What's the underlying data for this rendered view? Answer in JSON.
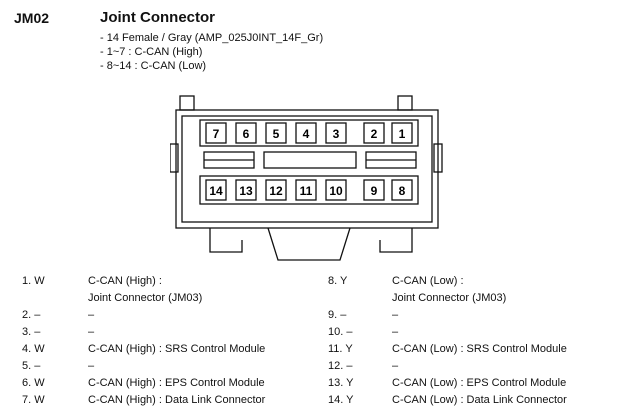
{
  "header": {
    "code": "JM02",
    "title": "Joint Connector",
    "lines": [
      "- 14 Female / Gray (AMP_025J0INT_14F_Gr)",
      "- 1~7 : C-CAN (High)",
      "- 8~14 : C-CAN (Low)"
    ]
  },
  "connector": {
    "top_pins": [
      "7",
      "6",
      "5",
      "4",
      "3",
      "2",
      "1"
    ],
    "bottom_pins": [
      "14",
      "13",
      "12",
      "11",
      "10",
      "9",
      "8"
    ]
  },
  "pins_left": [
    {
      "num": "1. W",
      "lines": [
        "C-CAN (High) :",
        "Joint Connector (JM03)"
      ]
    },
    {
      "num": "2. –",
      "lines": [
        "–"
      ]
    },
    {
      "num": "3. –",
      "lines": [
        "–"
      ]
    },
    {
      "num": "4. W",
      "lines": [
        "C-CAN (High) : SRS Control Module"
      ]
    },
    {
      "num": "5. –",
      "lines": [
        "–"
      ]
    },
    {
      "num": "6. W",
      "lines": [
        "C-CAN (High) : EPS Control Module"
      ]
    },
    {
      "num": "7. W",
      "lines": [
        "C-CAN (High) : Data Link Connector"
      ]
    }
  ],
  "pins_right": [
    {
      "num": "8. Y",
      "lines": [
        "C-CAN (Low) :",
        "Joint Connector (JM03)"
      ]
    },
    {
      "num": "9. –",
      "lines": [
        "–"
      ]
    },
    {
      "num": "10. –",
      "lines": [
        "–"
      ]
    },
    {
      "num": "11. Y",
      "lines": [
        "C-CAN (Low) : SRS Control Module"
      ]
    },
    {
      "num": "12. –",
      "lines": [
        "–"
      ]
    },
    {
      "num": "13. Y",
      "lines": [
        "C-CAN (Low) : EPS Control Module"
      ]
    },
    {
      "num": "14. Y",
      "lines": [
        "C-CAN (Low) : Data Link Connector"
      ]
    }
  ]
}
